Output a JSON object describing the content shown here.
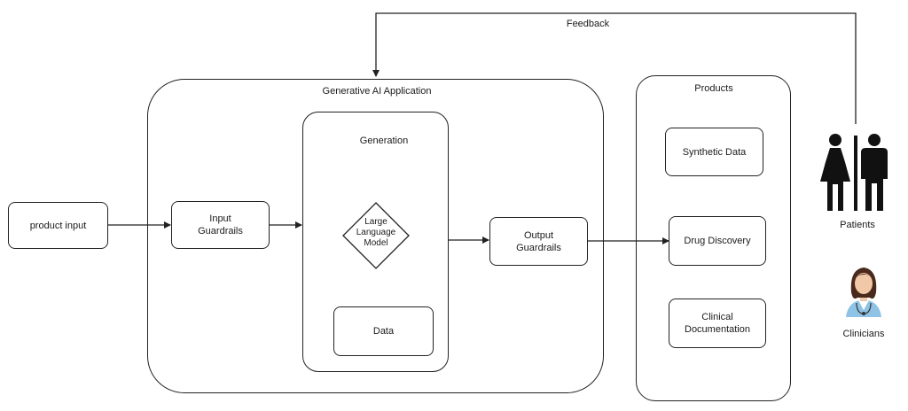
{
  "feedback": {
    "label": "Feedback"
  },
  "product_input": {
    "label": "product input"
  },
  "app": {
    "title": "Generative AI Application",
    "input_guardrails": "Input\nGuardrails",
    "output_guardrails": "Output\nGuardrails",
    "generation": {
      "title": "Generation",
      "llm": "Large\nLanguage\nModel",
      "data": "Data"
    }
  },
  "products": {
    "title": "Products",
    "items": [
      "Synthetic Data",
      "Drug Discovery",
      "Clinical\nDocumentation"
    ]
  },
  "users": {
    "patients": "Patients",
    "clinicians": "Clinicians"
  },
  "colors": {
    "stroke": "#222222",
    "clinician_skin": "#f1c9a8",
    "clinician_hair": "#4a2a1c",
    "clinician_coat": "#8ec3e6"
  }
}
